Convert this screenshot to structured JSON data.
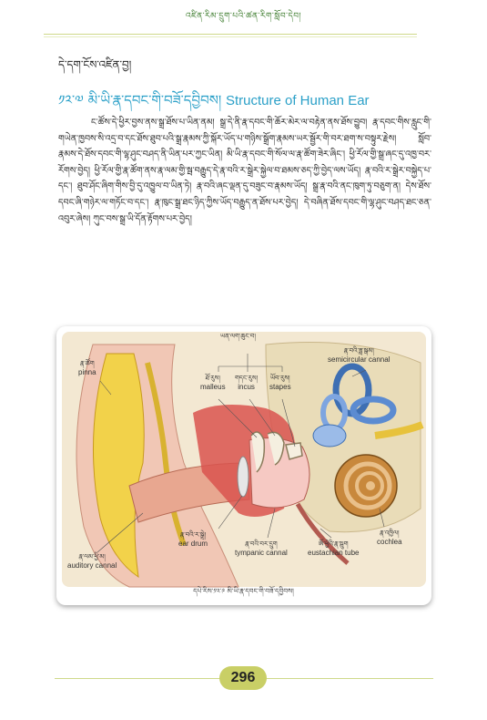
{
  "header": {
    "running_title": "འཛིན་རིམ་དྲུག་པའི་ཚན་རིག་སློབ་དེབ།"
  },
  "section": {
    "label": "དེ་དག་ངོས་འཛིན་བྱ།"
  },
  "lesson": {
    "number": "༡༢་༧",
    "title_tibetan": "མི་ཡི་རྣ་དབང་གི་བཟོ་དབྱིབས།",
    "title_english": "Structure of Human Ear"
  },
  "body": {
    "paragraph": "ང་ཚོས་དེ་ཕྱིར་བྱས་ནས་སྒྲ་ཐོས་པ་ཡིན་ནམ། སྒྲ་དེ་ནི་རྣ་དབང་གི་ཆོར་མེར་ལ་བརྟེན་ནས་ཐོས་བྱུབ། རྣ་དབང་གིས་རླུང་གི་གཡེན་ཁྱབས་སི་འདྲ་བ་དང་ཐོས་ཐུབ་པའི་སྒྲ་རྣམས་ཀྱི་སྐོར་ཡོད་པ་གཉིས་སྒྲོག་རྣམས་ཡར་སྦྱོར་གི་བར་ཐག་ས་བསྟུར་རྗེས། སློབ་རྣམས་དེ་ཐོས་དབང་གི་ལྷ་ཤུང་བཤད་ནི་ཡིན་པར་ཀྱང་ཡིན། མི་ཡི་རྣ་དབང་གི་སོལ་ལ་རྣ་ཚོག་ཟེར་ཞིང་། ཕྱི་རོལ་གྱི་སྒྲ་ཞང་དུ་འཁྱ་བར་རོགས་བྱེད། ཕྱི་རོལ་གྱི་རྣ་ཚོག་ནས་རྣ་ལམ་གྱི་སྦ་བརྒྱུད་དེ་རྣ་བའི་ར་སྒྲེར་སྐྱེལ་བ་ཐམས་ཅད་ཀྱི་བྱེད་ལས་ཡོད། རྣ་བའི་ར་སྒྲེར་བསྐྱེད་པ་དང་། ཐུབ་ཤོང་ཞིག་གིས་བྱི་དུ་འཁྱུལ་བ་ཡིན་ཏེ། རྣ་བའི་ཞང་ལྡན་དུ་བཟུང་བ་རྣམས་ཡོད། སྒྲ་རྣ་བའི་ནང་ཁུག་ཏུ་བཅུག་ན། དེས་ཐོས་དབང་ཞི་གཉེར་ལ་གཏོང་བ་དང་། རྣ་ཁུང་སྒྲ་ཐང་ཉིད་ཀྱིས་ཡོད་བརྒྱུད་ན་ཐོས་པར་བྱེད། དེ་བཞིན་ཐོས་དབང་གི་ལྷ་ཤུང་བཤད་ཐང་ཅན་འབུར་ཞེས། ཀུང་བས་སྒྲ་ཡི་དོན་རྟོགས་པར་བྱེད།"
  },
  "figure": {
    "labels": {
      "ossicles_tib": "ཡན་ལག་ཆུང་བ།",
      "semicircular_tib": "རྣ་བའི་ཟླ་སྒམ།",
      "semicircular_en": "semicircular cannal",
      "pinna_tib": "རྣ་ཚོག",
      "pinna_en": "pinna",
      "malleus_tib": "ཐོ་རུས།",
      "malleus_en": "malleus",
      "incus_tib": "གདང་རུས།",
      "incus_en": "incus",
      "stapes_tib": "ཡོབ་རུས།",
      "stapes_en": "stapes",
      "cochlea_tib": "རྣ་འཁྱིལ།",
      "cochlea_en": "cochlea",
      "eustachian_tib": "ཨོ་ཕྱེའི་རྣ་སྦུག",
      "eustachian_en": "eustachian tube",
      "eardrum_tib": "རྣ་བའི་ར་སྒྲེ།",
      "eardrum_en": "ear drum",
      "tympanic_tib": "རྣ་བའི་བར་དྲུག",
      "tympanic_en": "tympanic cannal",
      "auditory_tib": "རྣ་ལམ་ཕྱི་མ།",
      "auditory_en": "auditory cannal"
    },
    "caption": "དཔེ་རིས་༡༢་༩ མི་ཡི་རྣ་དབང་གི་བཟོ་དབྱིབས།"
  },
  "footer": {
    "page_number": "296"
  },
  "colors": {
    "title": "#2ba0c8",
    "header_green": "#3a7a2a",
    "page_badge": "#c9cf66"
  }
}
